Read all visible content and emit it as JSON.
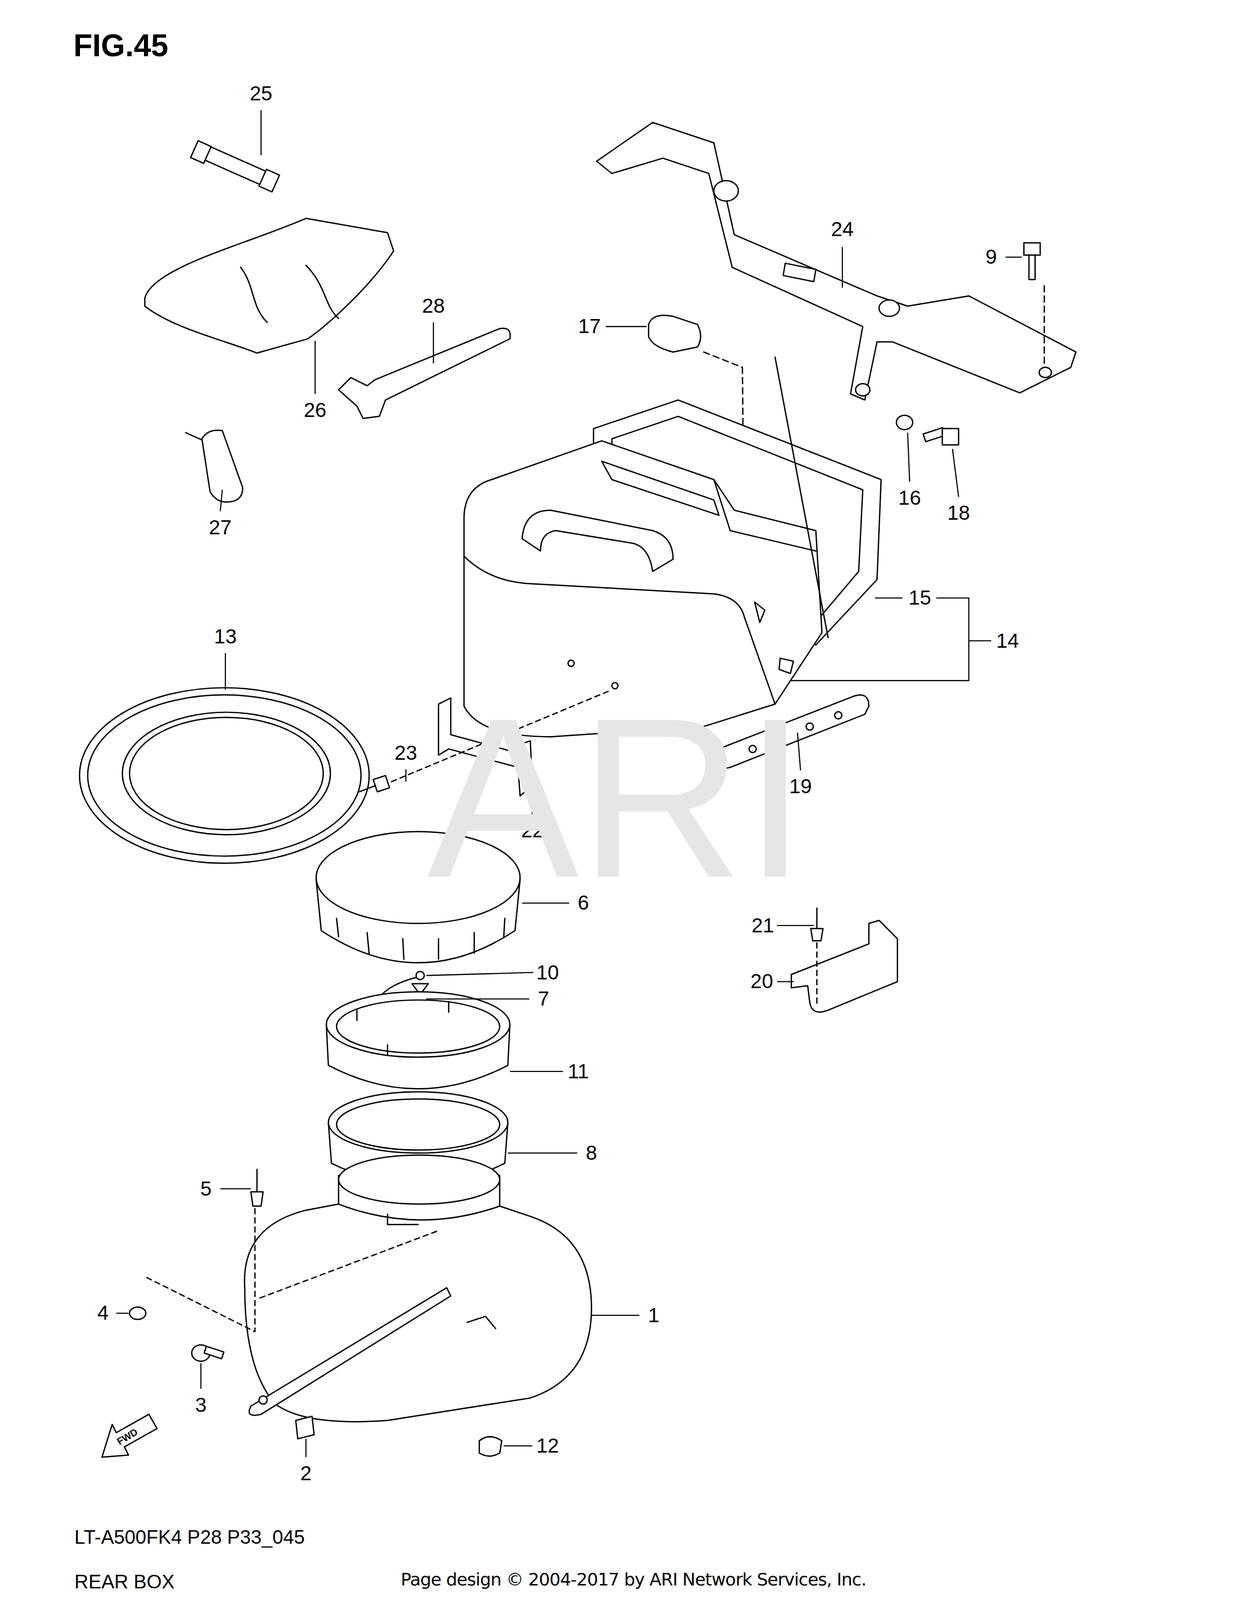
{
  "diagram": {
    "title": "FIG.45",
    "labels": [
      "25",
      "24",
      "9",
      "28",
      "17",
      "26",
      "16",
      "18",
      "27",
      "15",
      "14",
      "13",
      "23",
      "22",
      "19",
      "6",
      "21",
      "10",
      "7",
      "20",
      "11",
      "8",
      "5",
      "1",
      "4",
      "3",
      "2",
      "12",
      "ARI",
      "FWD",
      "LT-A500FK4 P28 P33_045",
      "REAR BOX",
      "Page design © 2004-2017 by ARI Network Services, Inc."
    ]
  }
}
